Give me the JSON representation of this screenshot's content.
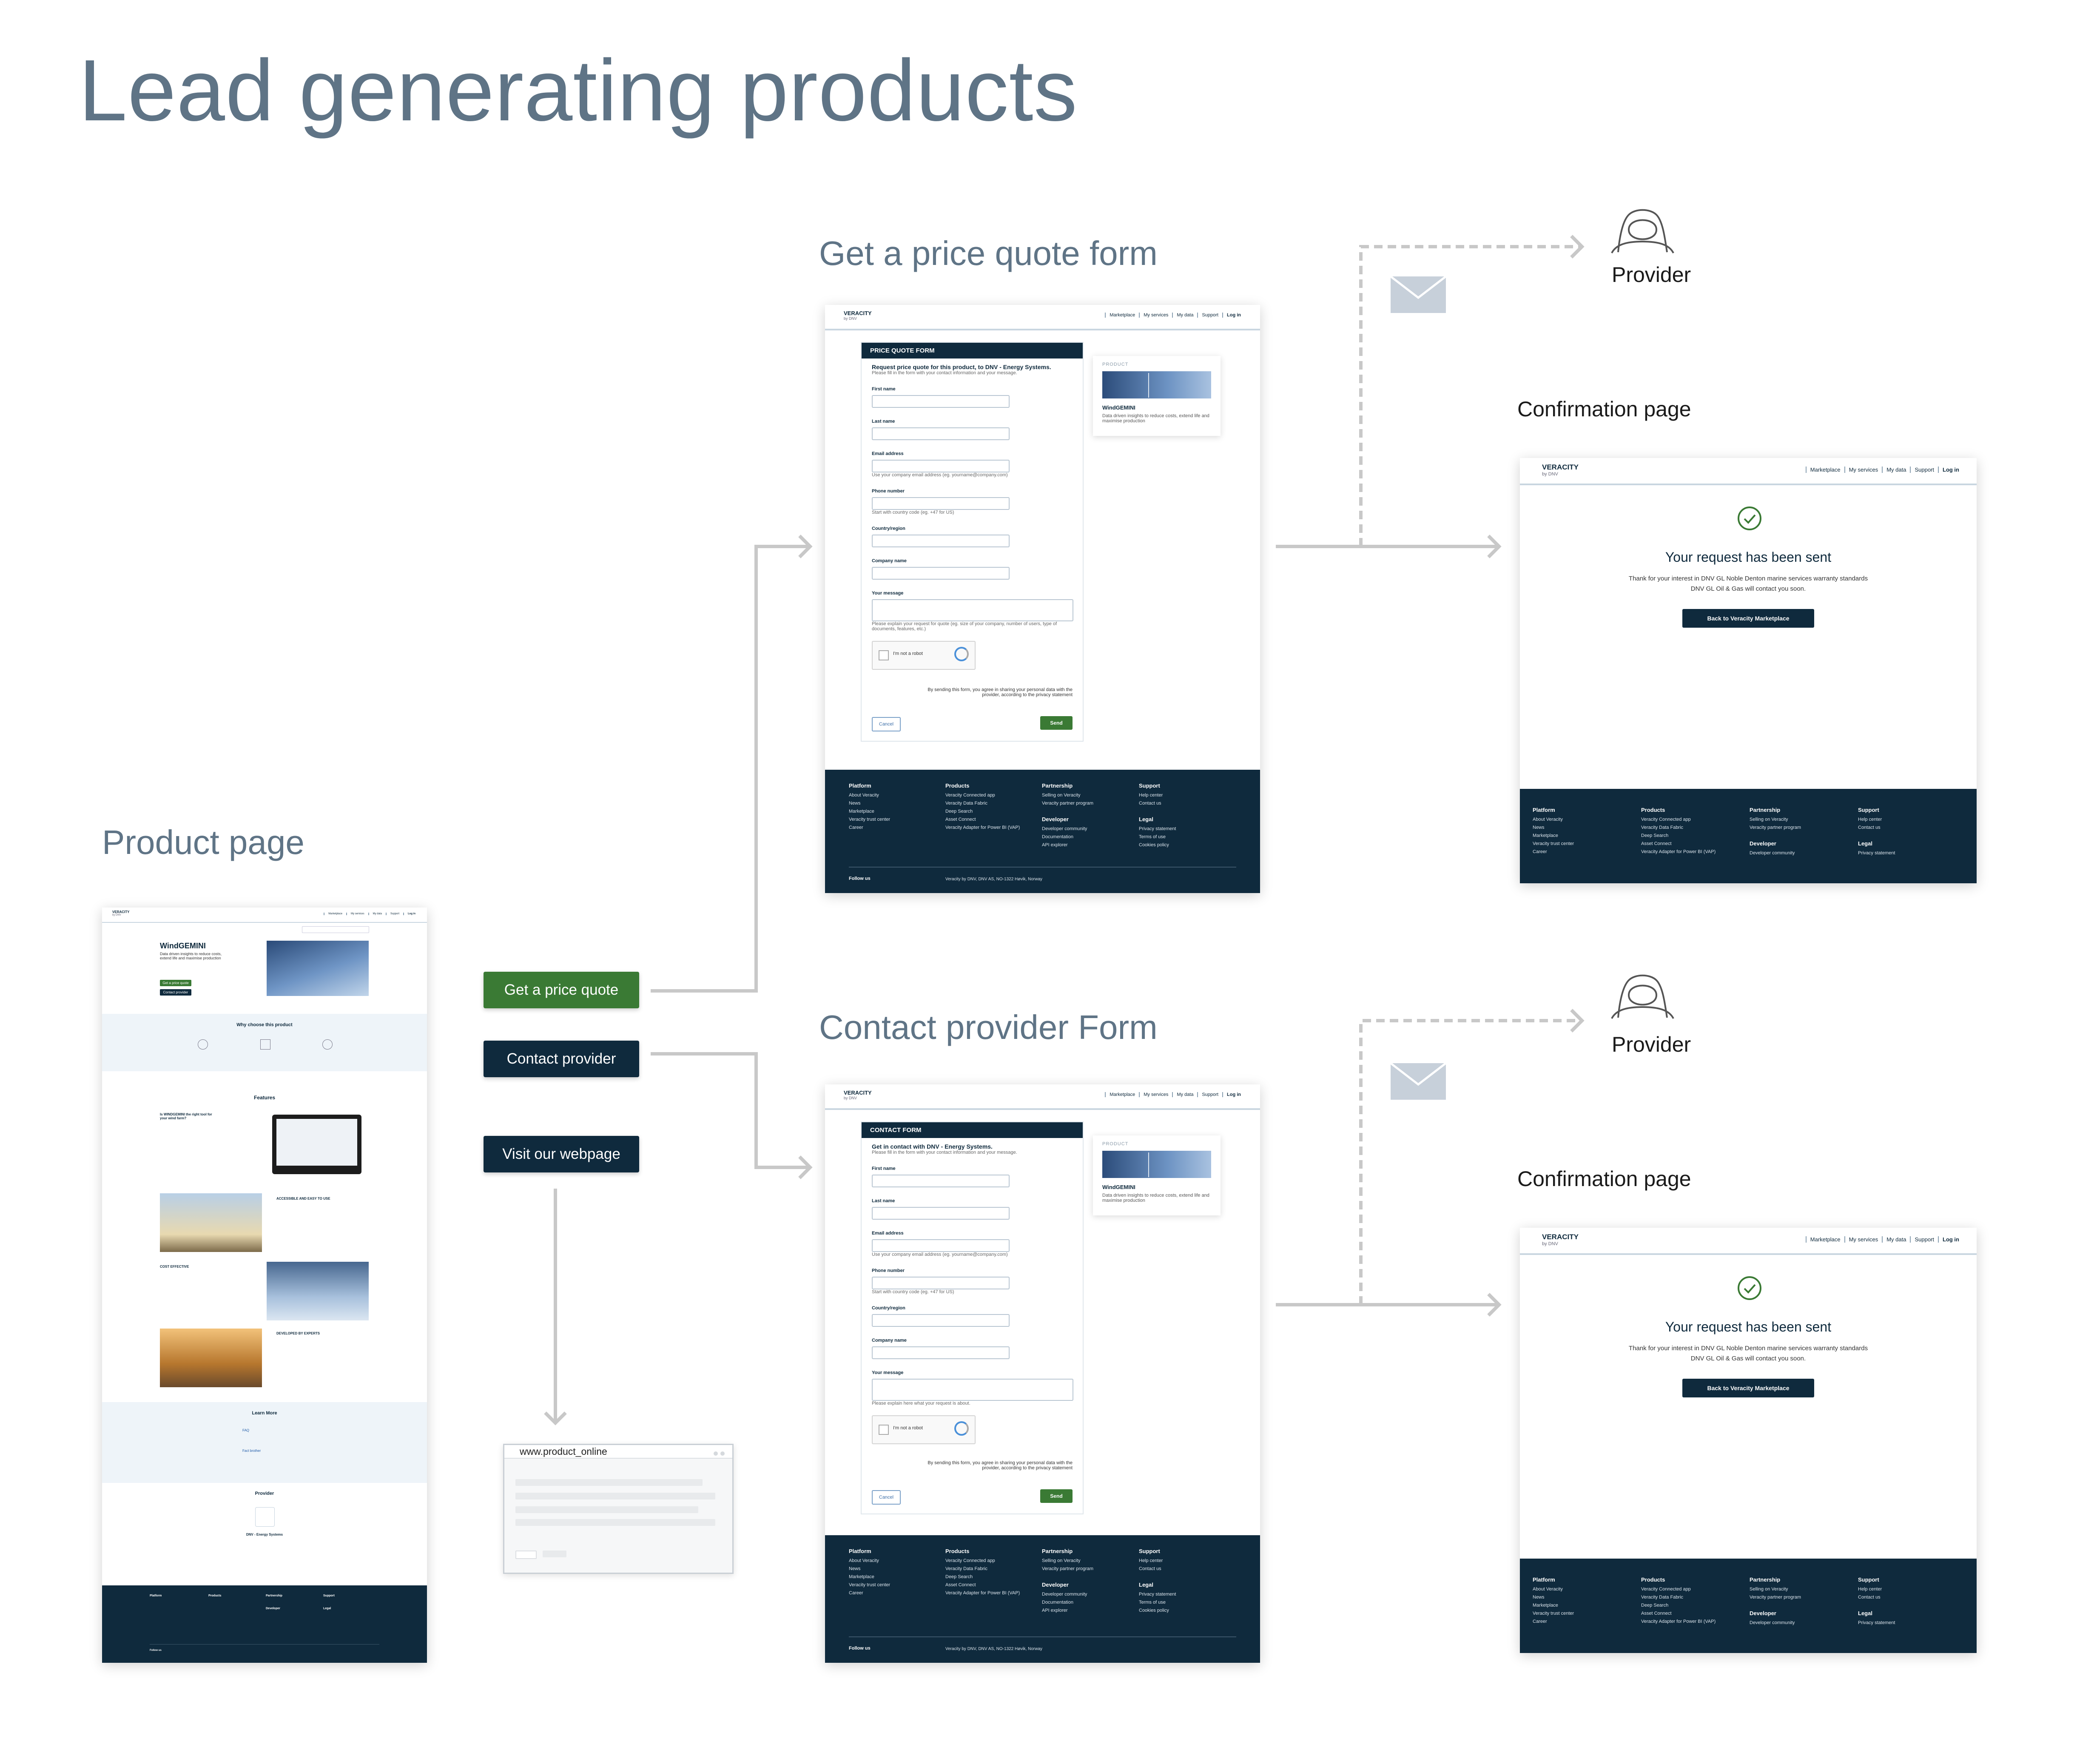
{
  "title": "Lead generating products",
  "sections": {
    "price_quote": "Get a price quote form",
    "contact": "Contact provider Form",
    "product_page": "Product page"
  },
  "provider_label": "Provider",
  "confirmation_label": "Confirmation page",
  "ctas": {
    "price_quote": "Get a price quote",
    "contact": "Contact provider",
    "webpage": "Visit our webpage"
  },
  "browser_url": "www.product_online",
  "site": {
    "logo": "VERACITY",
    "logo_sub": "by DNV",
    "nav": [
      "Marketplace",
      "My services",
      "My data",
      "Support",
      "Log in"
    ]
  },
  "price_form": {
    "header": "PRICE QUOTE FORM",
    "intro": "Request price quote for this product, to DNV - Energy Systems.",
    "intro_help": "Please fill in the form with your contact information and your message.",
    "message_help": "Please explain your request for quote (eg. size of your company, number of users, type of documents, features, etc.)"
  },
  "contact_form": {
    "header": "CONTACT FORM",
    "intro": "Get in contact with DNV - Energy Systems.",
    "intro_help": "Please fill in the form with your contact information and your message.",
    "message_help": "Please explain here what your request is about."
  },
  "form_fields": {
    "first_name": "First name",
    "last_name": "Last name",
    "email": "Email address",
    "email_help": "Use your company email address (eg. yourname@company.com)",
    "phone": "Phone number",
    "phone_help": "Start with country code (eg. +47 for US)",
    "country": "Country/region",
    "company": "Company name",
    "message": "Your message",
    "captcha": "I'm not a robot",
    "agree": "By sending this form, you agree in sharing your personal data with the provider, according to the privacy statement",
    "cancel": "Cancel",
    "send": "Send"
  },
  "product_card": {
    "kicker": "PRODUCT",
    "name": "WindGEMINI",
    "desc": "Data driven insights to reduce costs, extend life and maximise production"
  },
  "confirmation": {
    "title": "Your request has been sent",
    "text1": "Thank for your interest in DNV GL Noble Denton marine services warranty standards",
    "text2": "DNV GL Oil & Gas will contact you soon.",
    "button": "Back to Veracity Marketplace"
  },
  "footer": {
    "platform": {
      "h": "Platform",
      "items": [
        "About Veracity",
        "News",
        "Marketplace",
        "Veracity trust center",
        "Career"
      ]
    },
    "products": {
      "h": "Products",
      "items": [
        "Veracity Connected app",
        "Veracity Data Fabric",
        "Deep Search",
        "Asset Connect",
        "Veracity Adapter for Power BI (VAP)"
      ]
    },
    "partnership": {
      "h": "Partnership",
      "items": [
        "Selling on Veracity",
        "Veracity partner program"
      ]
    },
    "developer": {
      "h": "Developer",
      "items": [
        "Developer community",
        "Documentation",
        "API explorer"
      ]
    },
    "support": {
      "h": "Support",
      "items": [
        "Help center",
        "Contact us"
      ]
    },
    "legal": {
      "h": "Legal",
      "items": [
        "Privacy statement",
        "Terms of use",
        "Cookies policy"
      ]
    },
    "follow": "Follow us",
    "address": "Veracity by DNV, DNV AS, NO-1322 Høvik, Norway"
  },
  "product_page": {
    "title": "WindGEMINI",
    "subtitle": "Data driven insights to reduce costs, extend life and maximise production",
    "btn_quote": "Get a price quote",
    "btn_contact": "Contact provider",
    "why": "Why choose this product",
    "features": "Features",
    "feature1": "Is WINDGEMINI the right tool for your wind farm?",
    "feature2": "ACCESSIBLE AND EASY TO USE",
    "feature3": "COST EFFECTIVE",
    "feature4": "DEVELOPED BY EXPERTS",
    "learn": "Learn More",
    "faq": "FAQ",
    "fact": "Fact brother",
    "provider": "Provider",
    "provider_name": "DNV - Energy Systems"
  },
  "colors": {
    "navy": "#0f2a3d",
    "green": "#3a7a34",
    "heading": "#5f7486",
    "connector": "#c8c8c8",
    "check": "#3a7a34"
  }
}
